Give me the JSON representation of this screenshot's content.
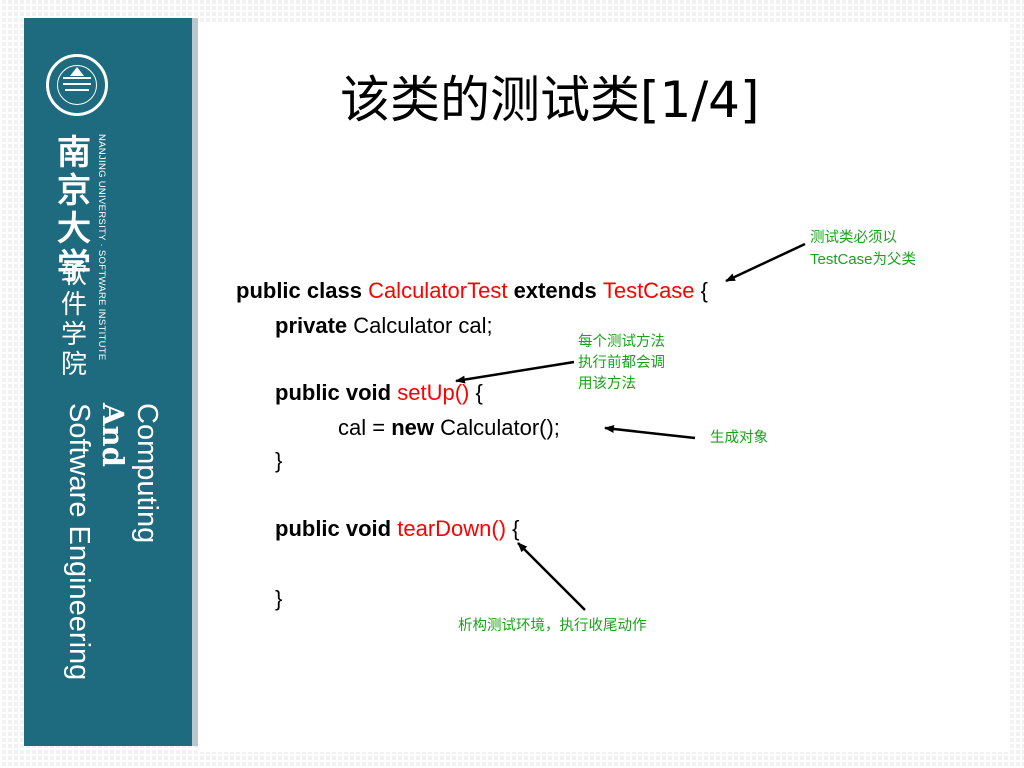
{
  "sidebar": {
    "university_cn": "南京大学",
    "university_en": "NANJING UNIVERSITY · SOFTWARE INSTITUTE",
    "department_cn": "软件学院",
    "vertical_lines": [
      "Computing",
      "And",
      "Software Engineering"
    ]
  },
  "slide": {
    "title": "该类的测试类[1/4]"
  },
  "code": {
    "line1": {
      "kw1": "public class ",
      "name": "CalculatorTest",
      "kw2": " extends ",
      "parent": "TestCase",
      "rest": " {"
    },
    "line2": {
      "kw": "private",
      "rest": " Calculator cal;"
    },
    "line3": {
      "kw": "public void ",
      "method": "setUp()",
      "rest": " {"
    },
    "line4": {
      "pre": "cal = ",
      "kw": "new",
      "rest": " Calculator();"
    },
    "line5": "}",
    "line6": {
      "kw": "public void ",
      "method": "tearDown()",
      "rest": " {"
    },
    "line7": "}"
  },
  "annotations": {
    "testcase_note": {
      "line1": "测试类必须以",
      "line2_en": "TestCase",
      "line2_cn": "为父类"
    },
    "setup_note": [
      "每个测试方法",
      "执行前都会调",
      "用该方法"
    ],
    "create_note": "生成对象",
    "teardown_note": "析构测试环境，执行收尾动作"
  },
  "colors": {
    "sidebar": "#1e6a7e",
    "highlight": "#ff0000",
    "annotation": "#1aa31a"
  }
}
